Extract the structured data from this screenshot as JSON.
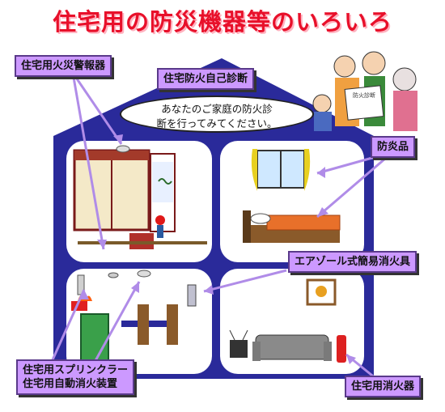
{
  "title": "住宅用の防災機器等のいろいろ",
  "labels": {
    "smoke_alarm": "住宅用火災警報器",
    "self_diagnosis": "住宅防火自己診断",
    "fireproof_goods": "防炎品",
    "aerosol_extinguisher": "エアゾール式簡易消火具",
    "sprinkler_line1": "住宅用スプリンクラー",
    "sprinkler_line2": "住宅用自動消火装置",
    "extinguisher": "住宅用消火器"
  },
  "bubble": {
    "line1": "あなたのご家庭の防火診",
    "line2": "断を行ってみてください。"
  },
  "newspaper_text": "防火診断",
  "colors": {
    "house": "#2a2a9a",
    "room_bg": "#ffffff",
    "label_bg": "#cc99ff",
    "arrow": "#b08ce8",
    "title": "#e8102a"
  }
}
